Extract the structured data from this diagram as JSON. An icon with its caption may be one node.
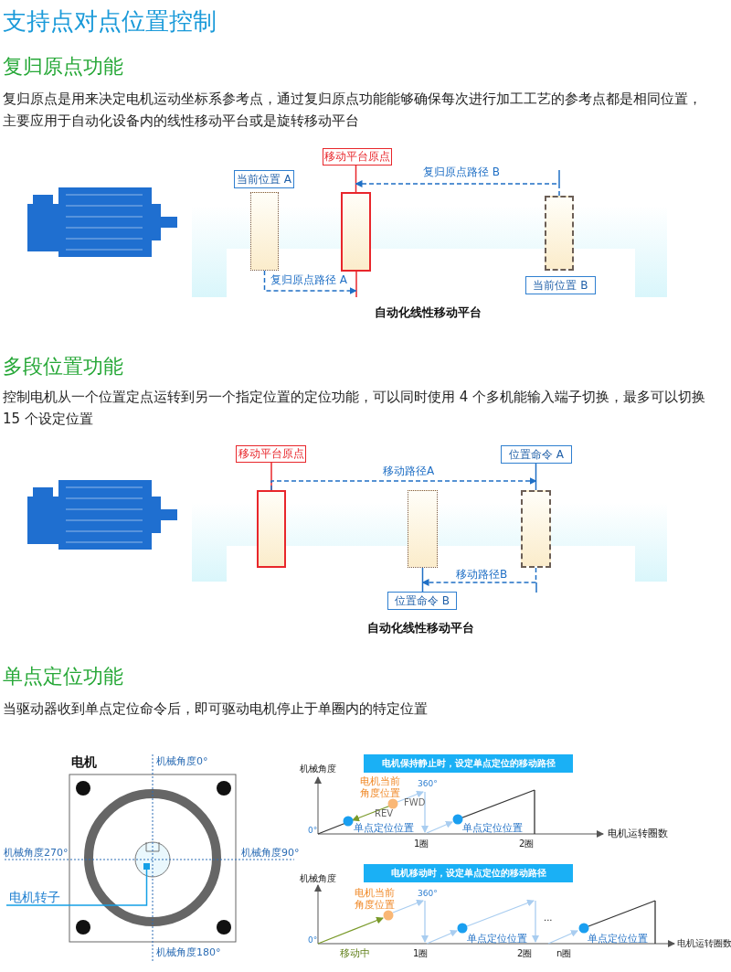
{
  "diagram": {
    "title": "支持点对点位置控制",
    "nodes": [
      {
        "text": [
          "移动平台原点"
        ]
      },
      {
        "text": [
          "当前位置 A"
        ]
      },
      {
        "text": [
          "当前位置 B"
        ]
      },
      {
        "text": [],
        "shape": "box"
      },
      {
        "text": [],
        "shape": "box"
      },
      {
        "text": [],
        "shape": "box"
      },
      {
        "text": [
          "移动平台原点"
        ]
      },
      {
        "text": [
          "位置命令 A"
        ]
      },
      {
        "text": [
          "位置命令 B"
        ]
      },
      {
        "text": [],
        "shape": "box"
      },
      {
        "text": [],
        "shape": "box"
      },
      {
        "text": [],
        "shape": "box"
      },
      {
        "text": [
          "电机转子"
        ]
      },
      {
        "text": [],
        "shape": "box"
      }
    ],
    "edges": [
      {
        "from": 0,
        "to": 4,
        "arrow": "none",
        "color": "#e8262b"
      },
      {
        "from": 5,
        "to": 4,
        "arrow": "to",
        "label": "复归原点路径 B",
        "style": "dashed"
      },
      {
        "from": 3,
        "to": 4,
        "arrow": "to",
        "label": "复归原点路径 A",
        "style": "dashed"
      },
      {
        "from": 6,
        "to": 9,
        "arrow": "none",
        "color": "#e8262b"
      },
      {
        "from": 9,
        "to": 11,
        "arrow": "to",
        "label": "移动路径A",
        "style": "dashed"
      },
      {
        "from": 11,
        "to": 10,
        "arrow": "to",
        "label": "移动路径B",
        "style": "dashed"
      },
      {
        "from": 7,
        "to": 11,
        "arrow": "none"
      },
      {
        "from": 8,
        "to": 10,
        "arrow": "none"
      },
      {
        "from": 12,
        "to": 13,
        "arrow": "none",
        "color": "#14a0e6"
      }
    ],
    "labels": [
      "复归原点功能",
      "复归原点是用来决定电机运动坐标系参考点，通过复归原点功能能够确保每次进行加工工艺的参考点都是相同位置，主要应用于自动化设备内的线性移动平台或是旋转移动平台",
      "自动化线性移动平台",
      "多段位置功能",
      "控制电机从一个位置定点运转到另一个指定位置的定位功能，可以同时使用 4 个多机能输入端子切换，最多可以切换 15 个设定位置",
      "自动化线性移动平台",
      "单点定位功能",
      "当驱动器收到单点定位命令后，即可驱动电机停止于单圈内的特定位置",
      "电机",
      "机械角度0°",
      "机械角度270°",
      "机械角度90°",
      "机械角度180°",
      "电机保持静止时，设定单点定位的移动路径",
      "机械角度",
      "电机当前角度位置",
      "360°",
      "FWD",
      "REV",
      "0°",
      "单点定位位置",
      "单点定位位置",
      "1圈",
      "2圈",
      "电机运转圈数",
      "电机移动时，设定单点定位的移动路径",
      "机械角度",
      "电机当前角度位置",
      "360°",
      "0°",
      "移动中",
      "单点定位位置",
      "...",
      "单点定位位置",
      "1圈",
      "2圈",
      "n圈",
      "电机运转圈数"
    ]
  }
}
